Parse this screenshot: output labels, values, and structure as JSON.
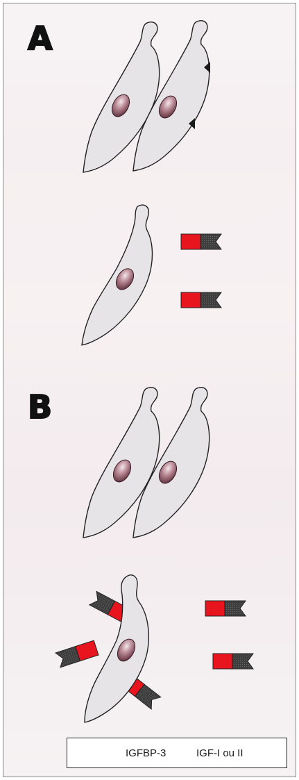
{
  "panels": [
    {
      "label": "A"
    },
    {
      "label": "B"
    }
  ],
  "legend": {
    "complex_label": "IGFBP-3",
    "ligand_label": "IGF-I ou II"
  },
  "colors": {
    "cell_fill": "#e6e4e6",
    "cell_stroke": "#222222",
    "binding_protein_red": "#e8141e",
    "binding_protein_dark": "#4a4a4a",
    "nucleus": "#8a5565"
  }
}
